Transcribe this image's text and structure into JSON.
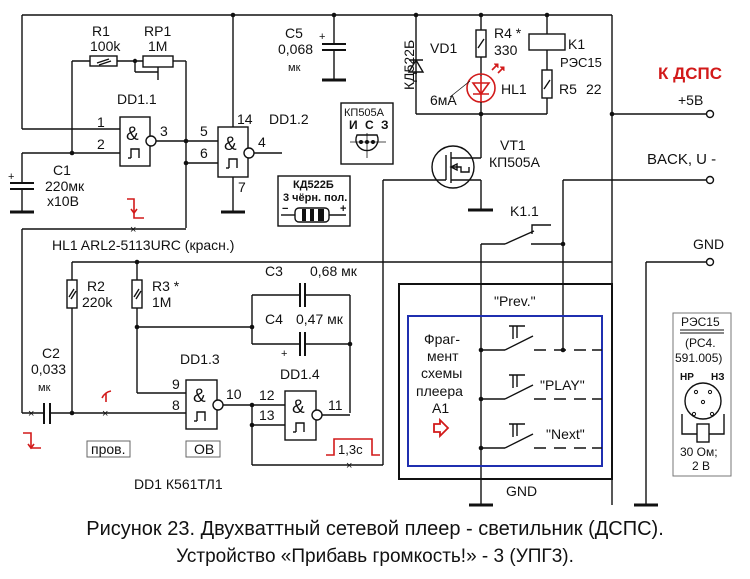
{
  "caption": {
    "line1": "Рисунок 23.  Двухваттный сетевой плеер - светильник (ДСПС).",
    "line2": "Устройство «Прибавь громкость!» - 3 (УПГ3)."
  },
  "components": {
    "R1": {
      "ref": "R1",
      "value": "100k"
    },
    "RP1": {
      "ref": "RP1",
      "value": "1M"
    },
    "C1": {
      "ref": "C1",
      "value": "220мк",
      "voltage": "x10В"
    },
    "C2": {
      "ref": "C2",
      "value": "0,033",
      "unit": "мк"
    },
    "C3": {
      "ref": "C3",
      "value": "0,68 мк"
    },
    "C4": {
      "ref": "C4",
      "value": "0,47 мк"
    },
    "C5": {
      "ref": "C5",
      "value": "0,068",
      "unit": "мк"
    },
    "R2": {
      "ref": "R2",
      "value": "220k"
    },
    "R3": {
      "ref": "R3 *",
      "value": "1M"
    },
    "R4": {
      "ref": "R4 *",
      "value": "330"
    },
    "R5": {
      "ref": "R5",
      "value": "22"
    },
    "VD1": {
      "ref": "VD1",
      "type": "КД522Б"
    },
    "HL1": {
      "ref": "HL1",
      "current": "6мА",
      "part_label": "HL1   ARL2-5113URC (красн.)"
    },
    "K1": {
      "ref": "K1",
      "type": "РЭС15",
      "contact": "K1.1"
    },
    "VT1": {
      "ref": "VT1",
      "type": "КП505А"
    },
    "DD1": {
      "label": "DD1   К561ТЛ1",
      "gates": [
        "DD1.1",
        "DD1.2",
        "DD1.3",
        "DD1.4"
      ]
    }
  },
  "pins": {
    "dd11": [
      "1",
      "2",
      "3"
    ],
    "dd12": [
      "5",
      "6",
      "4",
      "14",
      "7"
    ],
    "dd13": [
      "9",
      "8",
      "10"
    ],
    "dd14": [
      "12",
      "13",
      "11"
    ]
  },
  "gate_symbol": "&",
  "connector": {
    "title": "К ДСПС",
    "terminals": [
      "+5В",
      "BACK, U -",
      "GND"
    ]
  },
  "player": {
    "label_lines": [
      "Фраг-",
      "мент",
      "схемы",
      "плеера",
      "А1"
    ],
    "buttons": [
      "\"Prev.\"",
      "\"PLAY\"",
      "\"Next\""
    ],
    "gnd": "GND"
  },
  "insets": {
    "transistor": {
      "title": "КП505А",
      "pins": "И С З"
    },
    "diode": {
      "title": "КД522Б",
      "note": "3 чёрн. пол.",
      "minus": "−",
      "plus": "+"
    },
    "relay": {
      "title": "РЭС15",
      "spec1": "(РС4.",
      "spec2": "591.005)",
      "nr": "НР",
      "nz": "НЗ",
      "res": "30 Ом;",
      "volt": "2 В"
    }
  },
  "test_labels": {
    "probe": "пров.",
    "ov": "ОВ",
    "pulse": "1,3с"
  },
  "colors": {
    "accent_red": "#d21a1a",
    "player_frame_blue": "#1f2fb0",
    "wire": "#111111"
  }
}
